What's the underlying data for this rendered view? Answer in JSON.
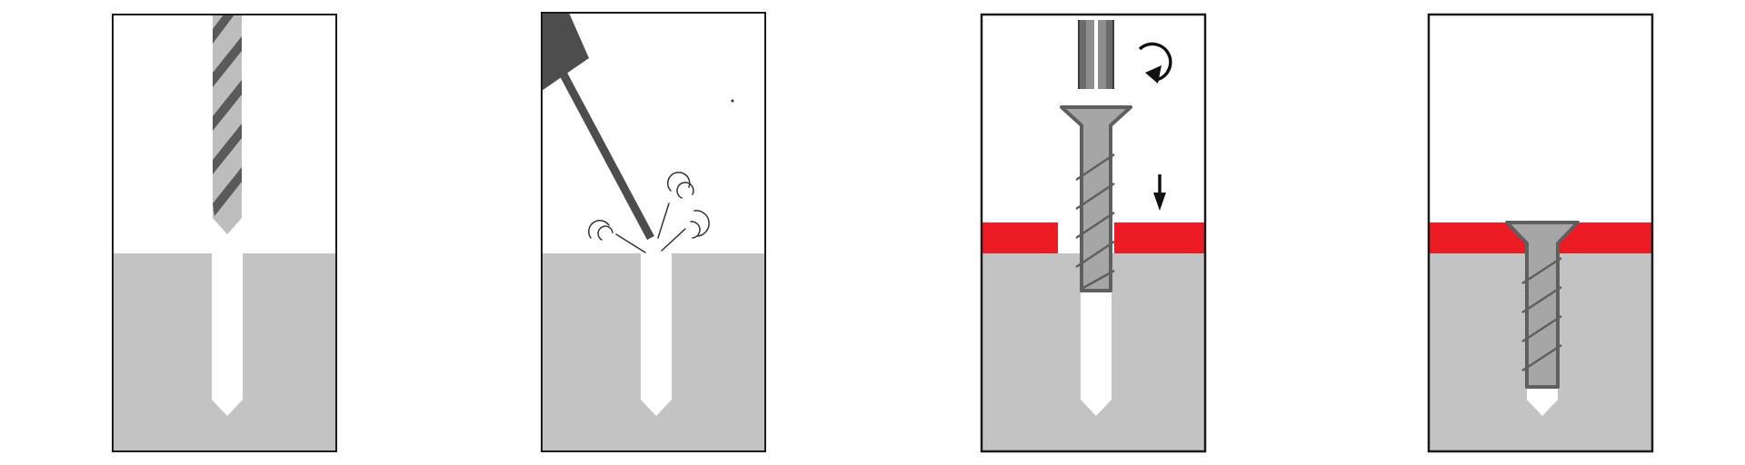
{
  "steps": [
    {
      "id": "drill",
      "icon": "drill-bit-icon"
    },
    {
      "id": "clean",
      "icon": "cleaning-brush-icon"
    },
    {
      "id": "screw",
      "icon": "screwdriver-icon"
    },
    {
      "id": "done",
      "icon": "installed-screw-icon"
    }
  ],
  "colors": {
    "substrate": "#c3c3c3",
    "fixture": "#ed1c24",
    "frame": "#1a1a1a",
    "drill_dark": "#5a5a5a",
    "drill_light": "#bdbdbd",
    "screw_fill": "#a6a6a6",
    "screw_stroke": "#5f5f5f",
    "tool": "#4d4d4d"
  }
}
